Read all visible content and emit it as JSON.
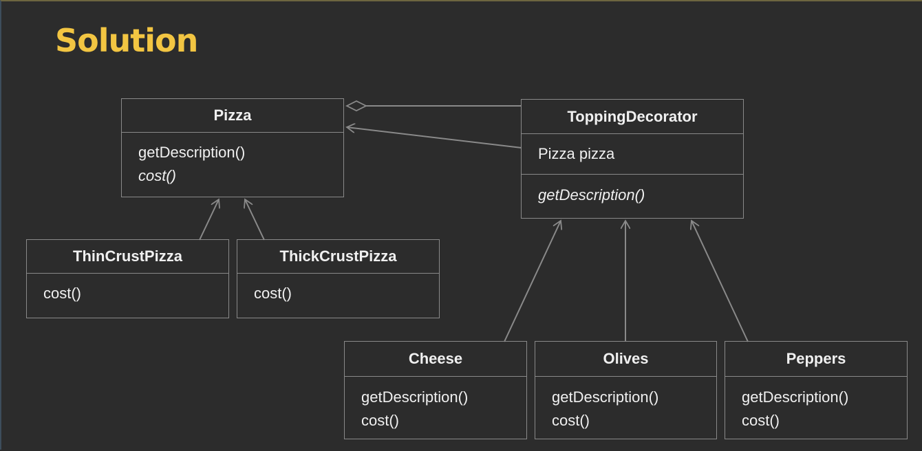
{
  "title": "Solution",
  "classes": {
    "pizza": {
      "name": "Pizza",
      "methods": [
        "getDescription()",
        "cost()"
      ]
    },
    "thin": {
      "name": "ThinCrustPizza",
      "methods": [
        "cost()"
      ]
    },
    "thick": {
      "name": "ThickCrustPizza",
      "methods": [
        "cost()"
      ]
    },
    "decorator": {
      "name": "ToppingDecorator",
      "fields": [
        "Pizza pizza"
      ],
      "methods": [
        "getDescription()"
      ]
    },
    "cheese": {
      "name": "Cheese",
      "methods": [
        "getDescription()",
        "cost()"
      ]
    },
    "olives": {
      "name": "Olives",
      "methods": [
        "getDescription()",
        "cost()"
      ]
    },
    "peppers": {
      "name": "Peppers",
      "methods": [
        "getDescription()",
        "cost()"
      ]
    }
  },
  "colors": {
    "title": "#f2c542",
    "line": "#8a8a8a",
    "text": "#f0f0f0",
    "background": "#2c2c2c"
  }
}
